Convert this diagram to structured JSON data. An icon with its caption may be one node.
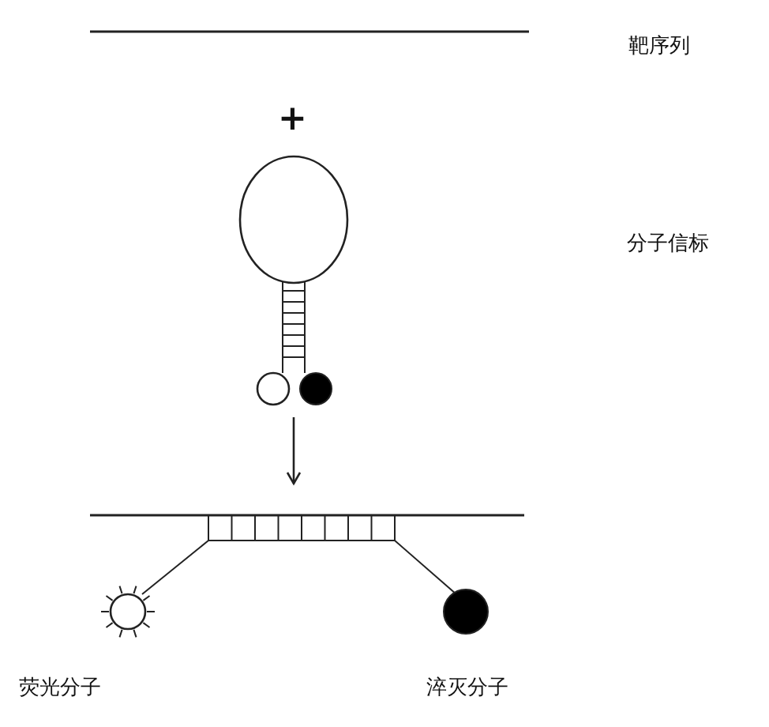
{
  "diagram": {
    "nodes": [
      {
        "text": [],
        "shape": "picture"
      },
      {
        "text": [],
        "shape": "picture"
      }
    ],
    "edges": [
      {
        "from": 0,
        "to": 1,
        "arrow": "to"
      }
    ],
    "labels": [
      "靶序列",
      "+",
      "分子信标",
      "荧光分子",
      "淬灭分子"
    ]
  }
}
